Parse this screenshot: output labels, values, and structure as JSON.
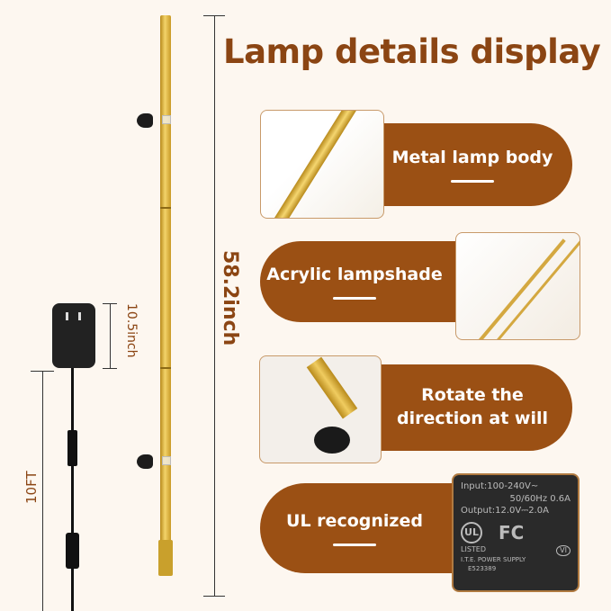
{
  "title": "Lamp details display",
  "dimensions": {
    "lamp_length": "58.2inch",
    "adapter_length": "10.5inch",
    "cord_length": "10FT"
  },
  "features": [
    {
      "label": "Metal lamp body"
    },
    {
      "label": "Acrylic lampshade"
    },
    {
      "label_line1": "Rotate the",
      "label_line2": "direction at will"
    },
    {
      "label": "UL recognized"
    }
  ],
  "adapter_plate": {
    "input": "Input:100-240V~",
    "freq": "50/60Hz 0.6A",
    "output": "Output:12.0V⎓2.0A",
    "cert1": "UL",
    "cert2": "FC",
    "listed": "LISTED",
    "supply": "I.T.E. POWER SUPPLY",
    "code": "E523389",
    "efficiency": "VI"
  },
  "colors": {
    "accent": "#9b5014",
    "title": "#8b4513",
    "gold": "#e6c04f",
    "background": "#fdf7f0"
  }
}
